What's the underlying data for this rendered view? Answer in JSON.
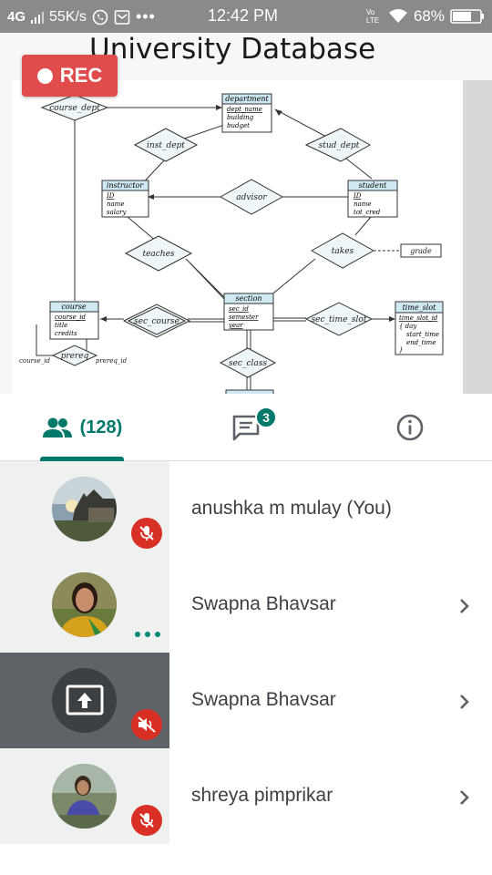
{
  "status_bar": {
    "network": "4G",
    "speed": "55K/s",
    "time": "12:42 PM",
    "volte": "Vo LTE",
    "battery": "68%"
  },
  "slide": {
    "title": "University Database",
    "rec_label": "REC",
    "diagram": {
      "entities": {
        "department": {
          "name": "department",
          "attrs": [
            "dept_name",
            "building",
            "budget"
          ]
        },
        "instructor": {
          "name": "instructor",
          "attrs": [
            "ID",
            "name",
            "salary"
          ]
        },
        "student": {
          "name": "student",
          "attrs": [
            "ID",
            "name",
            "tot_cred"
          ]
        },
        "course": {
          "name": "course",
          "attrs": [
            "course_id",
            "title",
            "credits"
          ]
        },
        "section": {
          "name": "section",
          "attrs": [
            "sec_id",
            "semester",
            "year"
          ]
        },
        "time_slot": {
          "name": "time_slot",
          "attrs": [
            "time_slot_id",
            "{ day",
            "start_time",
            "end_time",
            "}"
          ]
        }
      },
      "relationships": {
        "course_dept": "course_dept",
        "inst_dept": "inst_dept",
        "stud_dept": "stud_dept",
        "advisor": "advisor",
        "teaches": "teaches",
        "takes": "takes",
        "sec_course": "sec_course",
        "sec_time_slot": "sec_time_slot",
        "prereq": "prereq",
        "sec_class": "sec_class"
      },
      "attribute_grade": "grade",
      "role_course_id": "course_id",
      "role_prereq_id": "prereq_id"
    }
  },
  "tabs": {
    "people_count": "(128)",
    "chat_badge": "3"
  },
  "participants": [
    {
      "name": "anushka m mulay (You)",
      "muted": true,
      "presenting": false
    },
    {
      "name": "Swapna Bhavsar",
      "muted": false,
      "presenting": false
    },
    {
      "name": "Swapna Bhavsar",
      "muted": true,
      "presenting": true
    },
    {
      "name": "shreya pimprikar",
      "muted": true,
      "presenting": false
    }
  ],
  "colors": {
    "accent": "#00796b",
    "mute_red": "#d93025",
    "rec_red": "#e04b4b",
    "status_bar": "#8a8a8a"
  }
}
